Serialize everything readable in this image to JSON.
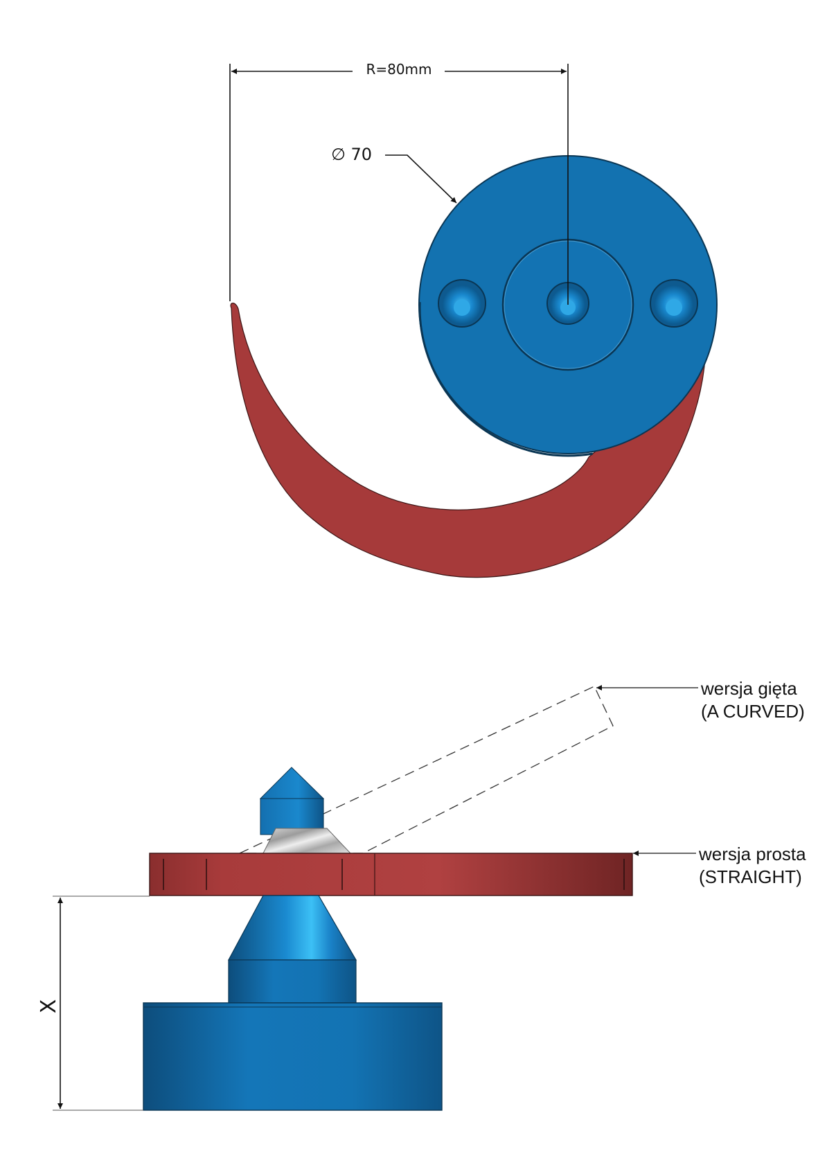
{
  "top_view": {
    "radius_label": "R=80mm",
    "diameter_label": "∅ 70"
  },
  "side_view": {
    "curved_version": {
      "line1": "wersja gięta",
      "line2": "(A CURVED)"
    },
    "straight_version": {
      "line1": "wersja prosta",
      "line2": "(STRAIGHT)"
    },
    "height_label": "X"
  },
  "colors": {
    "base_blue": "#1373b3",
    "blade_red": "#a63a3a",
    "outline": "#0d3550",
    "dim_line": "#111111"
  },
  "icons": [
    "dimension-arrow"
  ]
}
